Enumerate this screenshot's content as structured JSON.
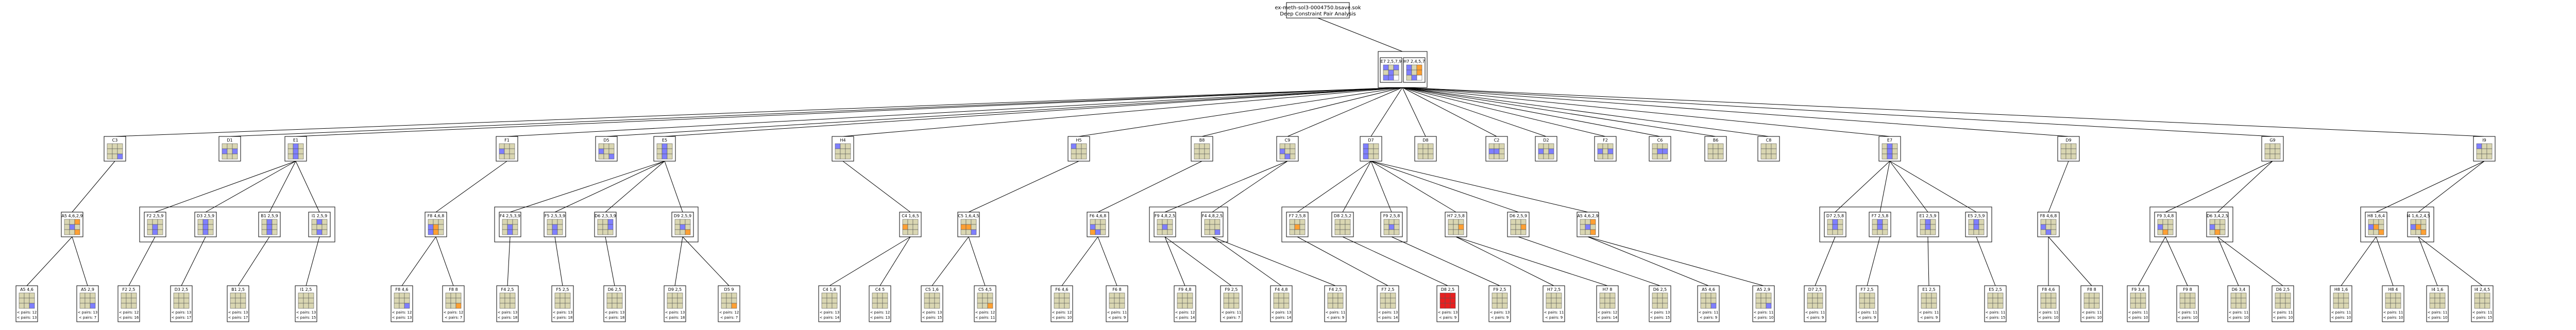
{
  "title": {
    "line1": "ex-meth-sol3-0004750.bsave.sok",
    "line2": "Deep Constraint Pair Analysis"
  },
  "colors": {
    "cell_empty": "#d9d6b2",
    "cell_blue": "#7f7fff",
    "cell_orange": "#ffa033",
    "cell_dead": "#e82020",
    "edge": "#000000",
    "group_border": "#000000"
  },
  "root_group": [
    {
      "id": "E7",
      "label": "E7 2,5,7,9",
      "cells": "bebebebb."
    },
    {
      "id": "H7",
      "label": "H7 2,4,5,7",
      "cells": "beobeoeb."
    }
  ],
  "level1": [
    {
      "id": "C3",
      "label": "C3",
      "cells": "eeeeeeeeb"
    },
    {
      "id": "D1",
      "label": "D1",
      "cells": "eeebebeee"
    },
    {
      "id": "E1",
      "label": "E1",
      "cells": "ebeebeebe"
    },
    {
      "id": "F1",
      "label": "F1",
      "cells": "eeebeeeee"
    },
    {
      "id": "D5",
      "label": "D5",
      "cells": "eeebeeeeb"
    },
    {
      "id": "E5",
      "label": "E5",
      "cells": "ebeebeebe"
    },
    {
      "id": "H4",
      "label": "H4",
      "cells": "beeeeeeee"
    },
    {
      "id": "H5",
      "label": "H5",
      "cells": "beeeeeeee"
    },
    {
      "id": "B8",
      "label": "B8",
      "cells": "eeeeeeeee"
    },
    {
      "id": "C9",
      "label": "C9",
      "cells": "eeebeeebe"
    },
    {
      "id": "D7",
      "label": "D7",
      "cells": "beebeebee"
    },
    {
      "id": "D8",
      "label": "D8",
      "cells": "eeeeeeeee"
    },
    {
      "id": "C2",
      "label": "C2",
      "cells": "eeebbeeee"
    },
    {
      "id": "D2",
      "label": "D2",
      "cells": "eeebebeee"
    },
    {
      "id": "F2",
      "label": "F2",
      "cells": "eeebebeee"
    },
    {
      "id": "C6",
      "label": "C6",
      "cells": "eeeebbeee"
    },
    {
      "id": "B6",
      "label": "B6",
      "cells": "eeeeeeeee"
    },
    {
      "id": "C8",
      "label": "C8",
      "cells": "eeeeeeeee"
    },
    {
      "id": "E7b",
      "label": "E7",
      "cells": "ebeebeebe"
    },
    {
      "id": "D9",
      "label": "D9",
      "cells": "eeeeeeeee"
    },
    {
      "id": "G9",
      "label": "G9",
      "cells": "eeeeeeeee"
    },
    {
      "id": "I9",
      "label": "I9",
      "cells": "beeeeeeee"
    }
  ],
  "level2": [
    {
      "id": "A5",
      "label": "A5 4,6,2,9",
      "cells": "eeoebeeeo",
      "parent": "C3",
      "group": "g1"
    },
    {
      "id": "F2a",
      "label": "F2 2,5,9",
      "cells": "eeeebeebe",
      "parent": "E1",
      "group": "g2"
    },
    {
      "id": "D3",
      "label": "D3 2,5,9",
      "cells": "ebeebeebe",
      "parent": "E1",
      "group": "g2"
    },
    {
      "id": "B1",
      "label": "B1 2,5,9",
      "cells": "ebeebeebe",
      "parent": "E1",
      "group": "g2"
    },
    {
      "id": "I1",
      "label": "I1 2,5,9",
      "cells": "ebeeeeebe",
      "parent": "E1",
      "group": "g2"
    },
    {
      "id": "F8",
      "label": "F8 4,6,8",
      "cells": "eeeboeboe",
      "parent": "F1",
      "group": "g3"
    },
    {
      "id": "F4",
      "label": "F4 2,5,3,9",
      "cells": "eeeebeebe",
      "parent": "E5",
      "group": "g4"
    },
    {
      "id": "F5",
      "label": "F5 2,5,3,9",
      "cells": "eeeebeebe",
      "parent": "E5",
      "group": "g4"
    },
    {
      "id": "D6",
      "label": "D6 2,5,3,9",
      "cells": "eebeebeee",
      "parent": "E5",
      "group": "g4"
    },
    {
      "id": "D9a",
      "label": "D9 2,5,9",
      "cells": "eeeebeeeo",
      "parent": "E5",
      "group": "g4"
    },
    {
      "id": "C4",
      "label": "C4 1,6,5",
      "cells": "eeeoeeeee",
      "parent": "H4",
      "group": "g5"
    },
    {
      "id": "C5",
      "label": "C5 1,6,4,5",
      "cells": "eeeooeeeb",
      "parent": "H5",
      "group": "g6"
    },
    {
      "id": "F6",
      "label": "F6 4,6,8",
      "cells": "eeebeeobe",
      "parent": "B8",
      "group": "g7"
    },
    {
      "id": "F9",
      "label": "F9 4,8,2,5",
      "cells": "eeeebeeee",
      "parent": "C9",
      "group": "g8"
    },
    {
      "id": "F4b",
      "label": "F4 4,8,2,5",
      "cells": "eeeeeeeeb",
      "parent": "C9",
      "group": "g8"
    },
    {
      "id": "F7",
      "label": "F7 2,5,8",
      "cells": "eeeeoeeee",
      "parent": "D7",
      "group": "g9"
    },
    {
      "id": "D8b",
      "label": "D8 2,5,2",
      "cells": "eeeeeeeee",
      "parent": "D7",
      "group": "g9"
    },
    {
      "id": "F9b",
      "label": "F9 2,5,8",
      "cells": "eeeebeeee",
      "parent": "D7",
      "group": "g9"
    },
    {
      "id": "H7b",
      "label": "H7 2,5,8",
      "cells": "eeeeeoeee",
      "parent": "D7"
    },
    {
      "id": "D6b",
      "label": "D6 2,5,9",
      "cells": "eeeeeoeee",
      "parent": "D7"
    },
    {
      "id": "A5b",
      "label": "A5 4,6,2,9",
      "cells": "eeoebeeeo",
      "parent": "D7"
    },
    {
      "id": "D7c",
      "label": "D7 2,5,8",
      "cells": "ebeebeeee",
      "parent": "E7b",
      "group": "g10"
    },
    {
      "id": "F7c",
      "label": "F7 2,5,8",
      "cells": "ebeebeeee",
      "parent": "E7b",
      "group": "g10"
    },
    {
      "id": "E1c",
      "label": "E1 2,5,9",
      "cells": "ebeebeeee",
      "parent": "E7b",
      "group": "g10"
    },
    {
      "id": "E5c",
      "label": "E5 2,5,9",
      "cells": "ebeebeeee",
      "parent": "E7b",
      "group": "g10"
    },
    {
      "id": "F8c",
      "label": "F8 4,6,8",
      "cells": "eeebeeebe",
      "parent": "D9"
    },
    {
      "id": "F9c",
      "label": "F9 3,4,8",
      "cells": "eeebeeeoe",
      "parent": "G9",
      "group": "g11"
    },
    {
      "id": "D6c",
      "label": "D6 3,4,2,5",
      "cells": "eeebeeeoe",
      "parent": "G9",
      "group": "g11"
    },
    {
      "id": "H8",
      "label": "H8 1,6,4",
      "cells": "eeeboeeeo",
      "parent": "I9",
      "group": "g12"
    },
    {
      "id": "I4",
      "label": "I4 1,6,2,4,5",
      "cells": "eeeboeeeo",
      "parent": "I9",
      "group": "g12"
    }
  ],
  "leaves": [
    {
      "label": "A5 4,6",
      "p1": "< pairs: 12",
      "p2": "< pairs: 13",
      "cells": "eeeeeeeeb",
      "parent": "A5"
    },
    {
      "label": "A5 2,9",
      "p1": "< pairs: 13",
      "p2": "< pairs: 7",
      "cells": "eeeeeeeeb",
      "parent": "A5"
    },
    {
      "label": "F2 2,5",
      "p1": "< pairs: 12",
      "p2": "< pairs: 16",
      "cells": "eeeeeeeee",
      "parent": "F2a"
    },
    {
      "label": "D3 2,5",
      "p1": "< pairs: 13",
      "p2": "< pairs: 17",
      "cells": "eeeeeeeee",
      "parent": "D3"
    },
    {
      "label": "B1 2,5",
      "p1": "< pairs: 13",
      "p2": "< pairs: 17",
      "cells": "eeeeeeeee",
      "parent": "B1"
    },
    {
      "label": "I1 2,5",
      "p1": "< pairs: 13",
      "p2": "< pairs: 15",
      "cells": "eeeeeeeee",
      "parent": "I1"
    },
    {
      "label": "F8 4,6",
      "p1": "< pairs: 12",
      "p2": "< pairs: 13",
      "cells": "eeeeeeeeb",
      "parent": "F8"
    },
    {
      "label": "F8 8",
      "p1": "< pairs: 12",
      "p2": "< pairs: 7",
      "cells": "eeeeeeeeo",
      "parent": "F8"
    },
    {
      "label": "F4 2,5",
      "p1": "< pairs: 13",
      "p2": "< pairs: 18",
      "cells": "eeeeeeeee",
      "parent": "F4"
    },
    {
      "label": "F5 2,5",
      "p1": "< pairs: 13",
      "p2": "< pairs: 18",
      "cells": "eeeeeeeee",
      "parent": "F5"
    },
    {
      "label": "D6 2,5",
      "p1": "< pairs: 13",
      "p2": "< pairs: 18",
      "cells": "eeeeeeeee",
      "parent": "D6"
    },
    {
      "label": "D9 2,5",
      "p1": "< pairs: 13",
      "p2": "< pairs: 18",
      "cells": "eeeeeeeee",
      "parent": "D9a"
    },
    {
      "label": "D5 9",
      "p1": "< pairs: 12",
      "p2": "< pairs: 7",
      "cells": "eeeeeeeeo",
      "parent": "D9a"
    },
    {
      "label": "C4 1,6",
      "p1": "< pairs: 13",
      "p2": "< pairs: 14",
      "cells": "eeeeeeeee",
      "parent": "C4"
    },
    {
      "label": "C4 5",
      "p1": "< pairs: 12",
      "p2": "< pairs: 13",
      "cells": "eeeeeeeee",
      "parent": "C4"
    },
    {
      "label": "C5 1,6",
      "p1": "< pairs: 13",
      "p2": "< pairs: 15",
      "cells": "eeeeeeeee",
      "parent": "C5"
    },
    {
      "label": "C5 4,5",
      "p1": "< pairs: 12",
      "p2": "< pairs: 11",
      "cells": "eeeeeeeeo",
      "parent": "C5"
    },
    {
      "label": "F6 4,6",
      "p1": "< pairs: 12",
      "p2": "< pairs: 10",
      "cells": "eeeeeeeee",
      "parent": "F6"
    },
    {
      "label": "F6 8",
      "p1": "< pairs: 11",
      "p2": "< pairs: 9",
      "cells": "eeeeeeeee",
      "parent": "F6"
    },
    {
      "label": "F9 4,8",
      "p1": "< pairs: 12",
      "p2": "< pairs: 14",
      "cells": "eeeeeeeee",
      "parent": "F9"
    },
    {
      "label": "F9 2,5",
      "p1": "< pairs: 11",
      "p2": "< pairs: 7",
      "cells": "eeeeeeeee",
      "parent": "F9"
    },
    {
      "label": "F4 4,8",
      "p1": "< pairs: 13",
      "p2": "< pairs: 14",
      "cells": "eeeeeeeee",
      "parent": "F4b"
    },
    {
      "label": "F4 2,5",
      "p1": "< pairs: 11",
      "p2": "< pairs: 9",
      "cells": "eeeeeeeee",
      "parent": "F4b"
    },
    {
      "label": "F7 2,5",
      "p1": "< pairs: 13",
      "p2": "< pairs: 14",
      "cells": "eeeeeeeee",
      "parent": "F7"
    },
    {
      "label": "D8 2,5",
      "p1": "< pairs: 13",
      "p2": "< pairs: 9",
      "cells": "eeeeeeeee",
      "dead": true,
      "parent": "D8b"
    },
    {
      "label": "F9 2,5",
      "p1": "< pairs: 13",
      "p2": "< pairs: 9",
      "cells": "eeeeeeeee",
      "parent": "F9b"
    },
    {
      "label": "H7 2,5",
      "p1": "< pairs: 11",
      "p2": "< pairs: 9",
      "cells": "eeeeeeeee",
      "parent": "H7b"
    },
    {
      "label": "H7 8",
      "p1": "< pairs: 12",
      "p2": "< pairs: 14",
      "cells": "eeeeeeeee",
      "parent": "H7b"
    },
    {
      "label": "D6 2,5",
      "p1": "< pairs: 13",
      "p2": "< pairs: 15",
      "cells": "eeeeeeeee",
      "parent": "D6b"
    },
    {
      "label": "A5 4,6",
      "p1": "< pairs: 11",
      "p2": "< pairs: 9",
      "cells": "eeeeeeeeb",
      "parent": "A5b"
    },
    {
      "label": "A5 2,9",
      "p1": "< pairs: 11",
      "p2": "< pairs: 10",
      "cells": "eeeeeeeeb",
      "parent": "A5b"
    },
    {
      "label": "D7 2,5",
      "p1": "< pairs: 11",
      "p2": "< pairs: 9",
      "cells": "eeeeeeeee",
      "parent": "D7c"
    },
    {
      "label": "F7 2,5",
      "p1": "< pairs: 11",
      "p2": "< pairs: 9",
      "cells": "eeeeeeeee",
      "parent": "F7c"
    },
    {
      "label": "E1 2,5",
      "p1": "< pairs: 11",
      "p2": "< pairs: 9",
      "cells": "eeeeeeeee",
      "parent": "E1c"
    },
    {
      "label": "E5 2,5",
      "p1": "< pairs: 11",
      "p2": "< pairs: 15",
      "cells": "eeeeeeeee",
      "parent": "E5c"
    },
    {
      "label": "F8 4,6",
      "p1": "< pairs: 11",
      "p2": "< pairs: 10",
      "cells": "eeeeeeeee",
      "parent": "F8c"
    },
    {
      "label": "F8 8",
      "p1": "< pairs: 11",
      "p2": "< pairs: 10",
      "cells": "eeeeeeeee",
      "parent": "F8c"
    },
    {
      "label": "F9 3,4",
      "p1": "< pairs: 11",
      "p2": "< pairs: 10",
      "cells": "eeeeeeeee",
      "parent": "F9c"
    },
    {
      "label": "F9 8",
      "p1": "< pairs: 11",
      "p2": "< pairs: 10",
      "cells": "eeeeeeeee",
      "parent": "F9c"
    },
    {
      "label": "D6 3,4",
      "p1": "< pairs: 11",
      "p2": "< pairs: 10",
      "cells": "eeeeeeeee",
      "parent": "D6c"
    },
    {
      "label": "D6 2,5",
      "p1": "< pairs: 11",
      "p2": "< pairs: 10",
      "cells": "eeeeeeeee",
      "parent": "D6c"
    },
    {
      "label": "H8 1,6",
      "p1": "< pairs: 11",
      "p2": "< pairs: 10",
      "cells": "eeeeeeeee",
      "parent": "H8"
    },
    {
      "label": "H8 4",
      "p1": "< pairs: 11",
      "p2": "< pairs: 10",
      "cells": "eeeeeeeee",
      "parent": "H8"
    },
    {
      "label": "I4 1,6",
      "p1": "< pairs: 11",
      "p2": "< pairs: 10",
      "cells": "eeeeeeeee",
      "parent": "I4"
    },
    {
      "label": "I4 2,4,5",
      "p1": "< pairs: 11",
      "p2": "< pairs: 15",
      "cells": "eeeeeeeee",
      "parent": "I4"
    }
  ]
}
